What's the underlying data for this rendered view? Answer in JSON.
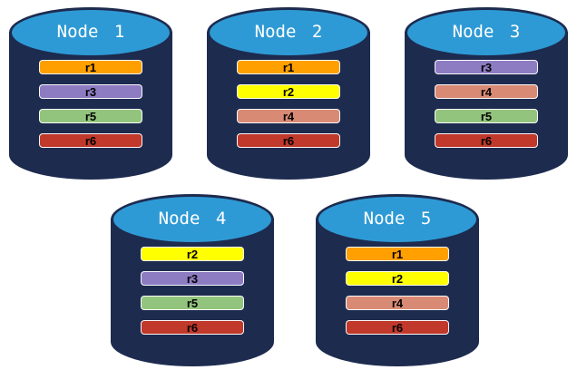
{
  "diagram": {
    "description": "Five database node cylinders holding replica bars",
    "background": "#FFFFFF"
  },
  "colors": {
    "cylinder_body": "#1D2B4F",
    "cylinder_top": "#2E9AD5",
    "title_text": "#FFFFFF",
    "bar_text": "#000000",
    "replicas": {
      "r1": "#FF9F00",
      "r2": "#FFFF00",
      "r3": "#8E7CC3",
      "r4": "#D98A75",
      "r5": "#93C47D",
      "r6": "#C0392B"
    }
  },
  "nodes": [
    {
      "label": "Node 1",
      "replicas": [
        "r1",
        "r3",
        "r5",
        "r6"
      ]
    },
    {
      "label": "Node 2",
      "replicas": [
        "r1",
        "r2",
        "r4",
        "r6"
      ]
    },
    {
      "label": "Node 3",
      "replicas": [
        "r3",
        "r4",
        "r5",
        "r6"
      ]
    },
    {
      "label": "Node 4",
      "replicas": [
        "r2",
        "r3",
        "r5",
        "r6"
      ]
    },
    {
      "label": "Node 5",
      "replicas": [
        "r1",
        "r2",
        "r4",
        "r6"
      ]
    }
  ]
}
